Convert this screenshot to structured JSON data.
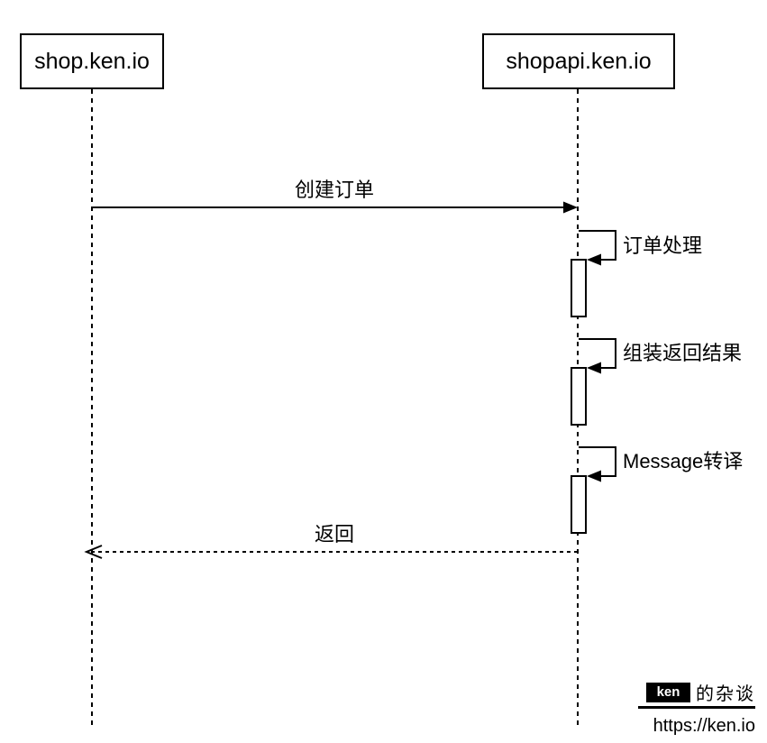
{
  "diagram": {
    "actors": [
      {
        "label": "shop.ken.io"
      },
      {
        "label": "shopapi.ken.io"
      }
    ],
    "messages": {
      "create_order": "创建订单",
      "return_msg": "返回"
    },
    "self_calls": [
      {
        "label": "订单处理"
      },
      {
        "label": "组装返回结果"
      },
      {
        "label": "Message转译"
      }
    ]
  },
  "watermark": {
    "badge": "ken",
    "suffix": "的杂谈",
    "url": "https://ken.io"
  },
  "colors": {
    "line": "#000000",
    "background": "#ffffff",
    "badge_background": "#000000",
    "badge_text": "#ffffff"
  }
}
